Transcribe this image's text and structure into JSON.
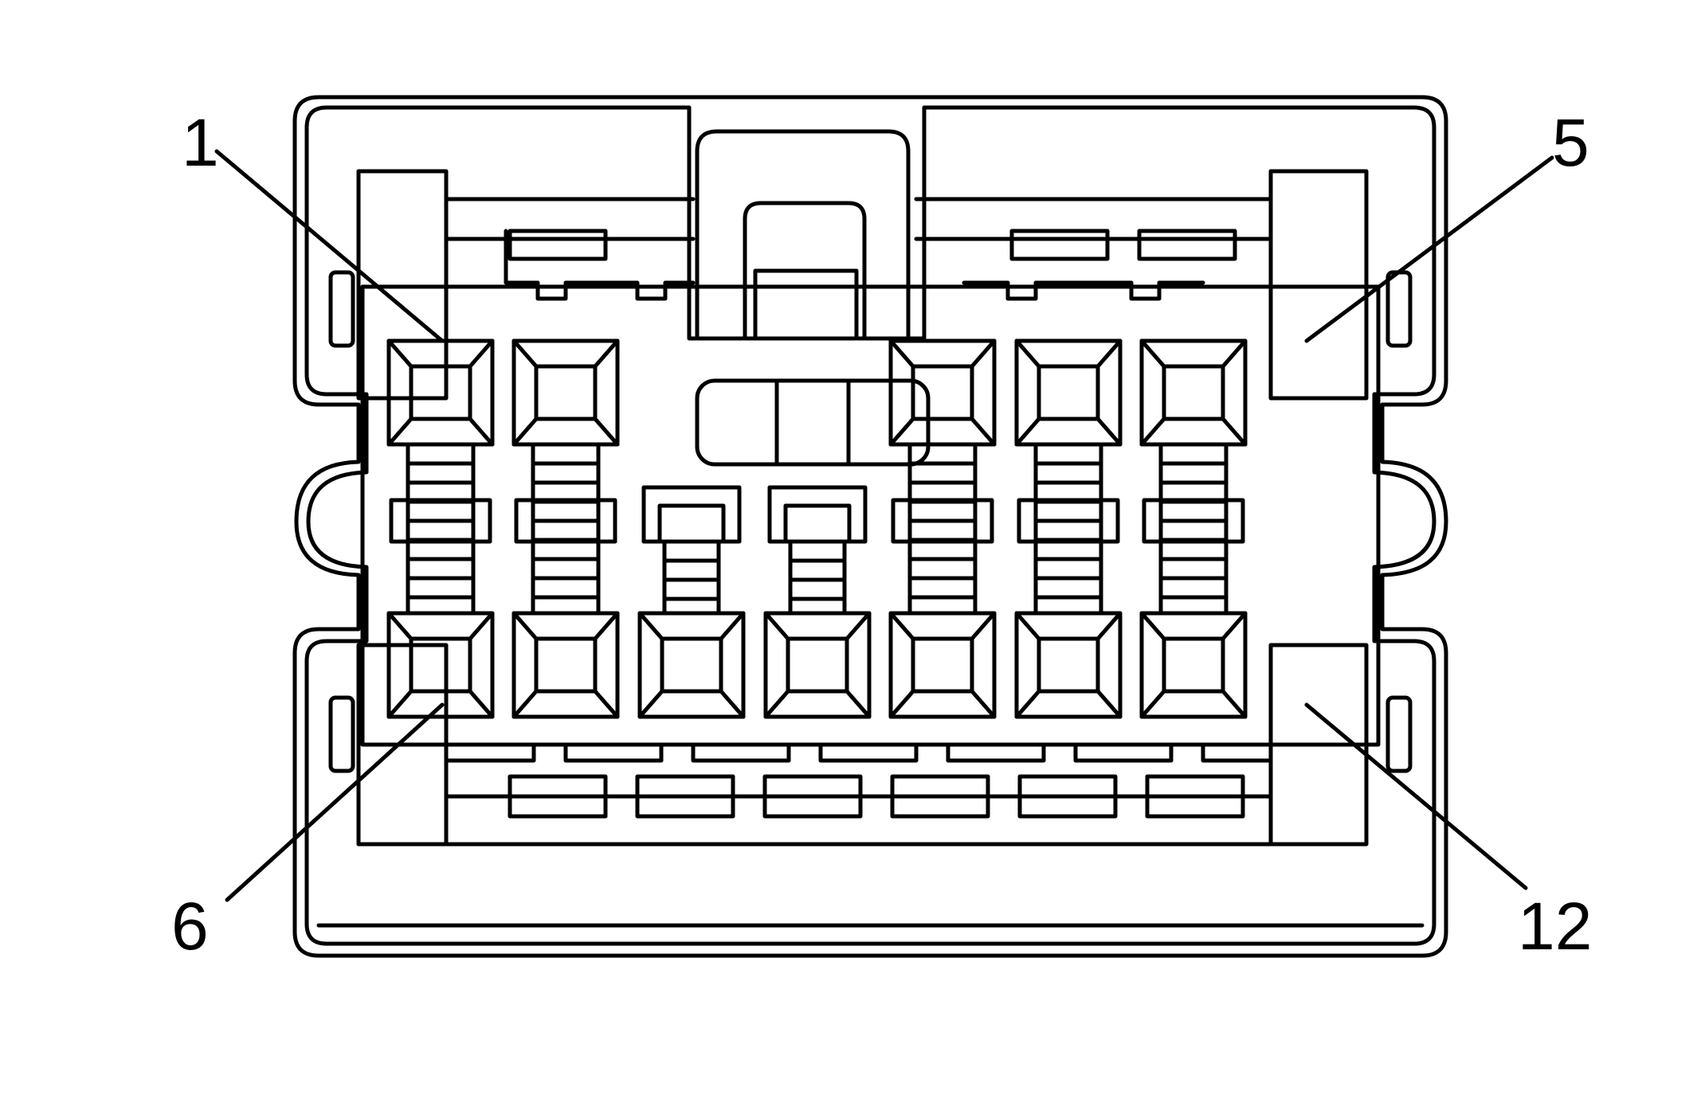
{
  "labels": {
    "pin_1": "1",
    "pin_5": "5",
    "pin_6": "6",
    "pin_12": "12"
  },
  "colors": {
    "stroke": "#000000",
    "background": "#ffffff"
  }
}
